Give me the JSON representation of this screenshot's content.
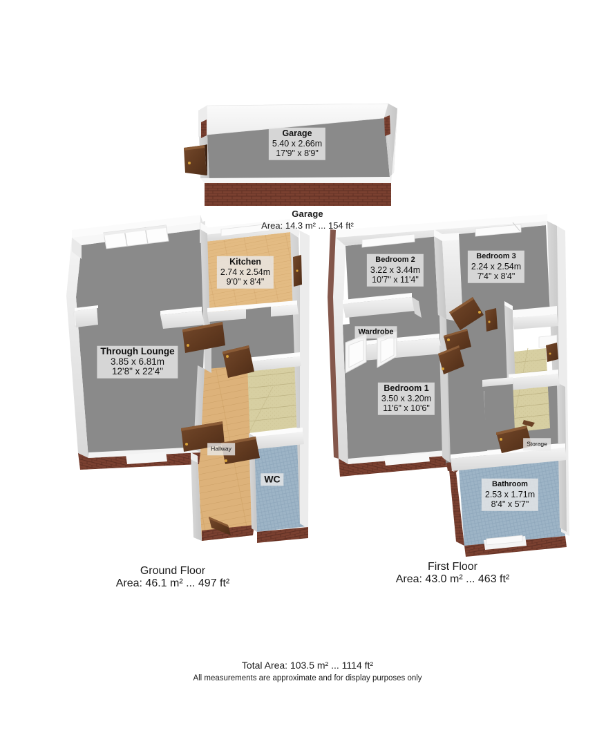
{
  "document": {
    "type": "floor-plan",
    "total_area_line": "Total Area: 103.5 m² ... 1114 ft²",
    "disclaimer": "All measurements are approximate and for display purposes only"
  },
  "palette": {
    "background": "#ffffff",
    "wall_top": "#f2f2f2",
    "wall_side_light": "#e4e4e4",
    "wall_side_dark": "#d2d2d2",
    "floor_gray": "#8a8a8a",
    "floor_wood": "#e3bb83",
    "floor_tile_blue": "#8fa8bc",
    "stairs_carpet": "#d7cfa2",
    "brick": "#7a4030",
    "brick_dark": "#5e3024",
    "door_wood": "#6b4226",
    "door_handle": "#d8a33a",
    "label_bg": "#e8e8e8",
    "text": "#1a1a1a"
  },
  "floors": [
    {
      "id": "garage",
      "caption_title": "Garage",
      "caption_area": "Area: 14.3 m² ... 154 ft²",
      "rooms": [
        {
          "id": "garage-room",
          "name": "Garage",
          "dim_metric": "5.40 x 2.66m",
          "dim_imperial": "17'9\" x 8'9\"",
          "floor_style": "gray"
        }
      ],
      "doors": [
        {
          "id": "garage-side-door",
          "type": "swing",
          "material": "wood"
        }
      ],
      "windows": []
    },
    {
      "id": "ground-floor",
      "caption_title": "Ground Floor",
      "caption_area": "Area: 46.1 m² ... 497 ft²",
      "rooms": [
        {
          "id": "through-lounge",
          "name": "Through Lounge",
          "dim_metric": "3.85 x 6.81m",
          "dim_imperial": "12'8\" x 22'4\"",
          "floor_style": "gray"
        },
        {
          "id": "kitchen",
          "name": "Kitchen",
          "dim_metric": "2.74 x 2.54m",
          "dim_imperial": "9'0\" x 8'4\"",
          "floor_style": "wood"
        },
        {
          "id": "hallway",
          "name": "Hallway",
          "dim_metric": "",
          "dim_imperial": "",
          "floor_style": "wood"
        },
        {
          "id": "wc",
          "name": "WC",
          "dim_metric": "",
          "dim_imperial": "",
          "floor_style": "tile-blue"
        }
      ],
      "doors": [
        {
          "id": "lounge-kitchen-door",
          "type": "swing",
          "material": "wood"
        },
        {
          "id": "kitchen-hall-door",
          "type": "swing",
          "material": "wood"
        },
        {
          "id": "lounge-hall-door",
          "type": "swing",
          "material": "wood"
        },
        {
          "id": "wc-door",
          "type": "swing",
          "material": "wood"
        },
        {
          "id": "front-door",
          "type": "swing",
          "material": "wood"
        },
        {
          "id": "kitchen-back-door",
          "type": "swing",
          "material": "wood"
        }
      ],
      "windows": [
        {
          "id": "lounge-bay-window",
          "panes": 3
        },
        {
          "id": "kitchen-window",
          "panes": 1
        },
        {
          "id": "lounge-rear-window",
          "panes": 1
        }
      ],
      "stairs": {
        "id": "ground-stairs",
        "material": "carpet"
      }
    },
    {
      "id": "first-floor",
      "caption_title": "First Floor",
      "caption_area": "Area: 43.0 m² ... 463 ft²",
      "rooms": [
        {
          "id": "bedroom-1",
          "name": "Bedroom 1",
          "dim_metric": "3.50 x 3.20m",
          "dim_imperial": "11'6\" x 10'6\"",
          "floor_style": "gray"
        },
        {
          "id": "bedroom-2",
          "name": "Bedroom 2",
          "dim_metric": "3.22 x 3.44m",
          "dim_imperial": "10'7\" x 11'4\"",
          "floor_style": "gray"
        },
        {
          "id": "bedroom-3",
          "name": "Bedroom 3",
          "dim_metric": "2.24 x 2.54m",
          "dim_imperial": "7'4\" x 8'4\"",
          "floor_style": "gray"
        },
        {
          "id": "bathroom",
          "name": "Bathroom",
          "dim_metric": "2.53 x 1.71m",
          "dim_imperial": "8'4\" x 5'7\"",
          "floor_style": "tile-blue"
        },
        {
          "id": "wardrobe",
          "name": "Wardrobe",
          "dim_metric": "",
          "dim_imperial": "",
          "floor_style": "gray"
        },
        {
          "id": "storage",
          "name": "Storage",
          "dim_metric": "",
          "dim_imperial": "",
          "floor_style": "gray"
        },
        {
          "id": "landing",
          "name": "",
          "dim_metric": "",
          "dim_imperial": "",
          "floor_style": "gray"
        }
      ],
      "doors": [
        {
          "id": "bedroom-2-door",
          "type": "swing",
          "material": "wood"
        },
        {
          "id": "bedroom-3-door",
          "type": "swing",
          "material": "wood"
        },
        {
          "id": "bedroom-1-door",
          "type": "swing",
          "material": "wood"
        },
        {
          "id": "airing-cupboard-door",
          "type": "swing",
          "material": "wood"
        },
        {
          "id": "bathroom-door",
          "type": "swing",
          "material": "wood"
        },
        {
          "id": "wardrobe-door-left",
          "type": "swing",
          "material": "white"
        },
        {
          "id": "wardrobe-door-right",
          "type": "swing",
          "material": "white"
        }
      ],
      "windows": [
        {
          "id": "bedroom-2-window",
          "panes": 1
        },
        {
          "id": "bedroom-3-window",
          "panes": 1
        },
        {
          "id": "bedroom-1-window",
          "panes": 1
        },
        {
          "id": "bathroom-window",
          "panes": 1
        },
        {
          "id": "landing-window",
          "panes": 1
        }
      ],
      "stairs": {
        "id": "first-stairs",
        "material": "carpet"
      }
    }
  ]
}
